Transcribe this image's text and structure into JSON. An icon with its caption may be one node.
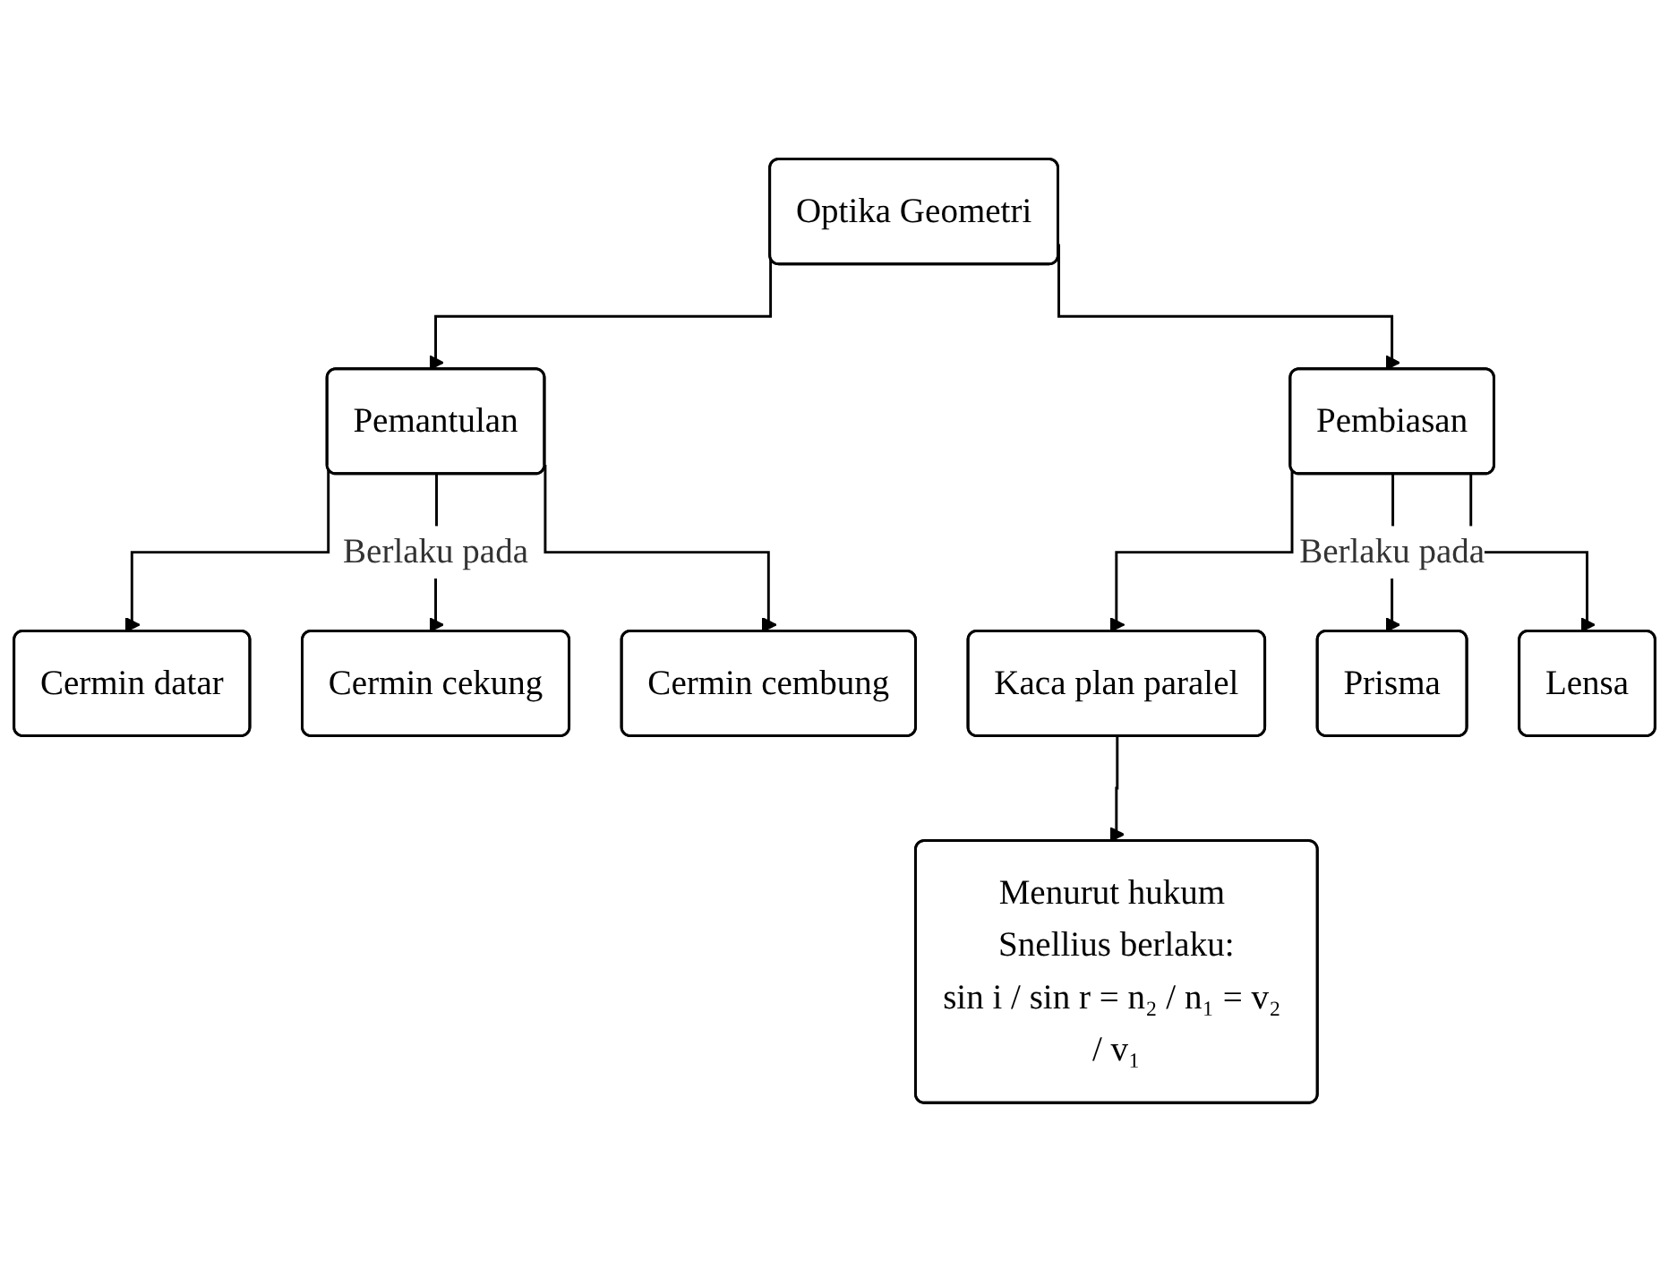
{
  "diagram": {
    "nodes": [
      {
        "text": [
          "Optika Geometri"
        ]
      },
      {
        "text": [
          "Pemantulan"
        ]
      },
      {
        "text": [
          "Pembiasan"
        ]
      },
      {
        "text": [
          "Cermin datar"
        ]
      },
      {
        "text": [
          "Cermin cekung"
        ]
      },
      {
        "text": [
          "Cermin cembung"
        ]
      },
      {
        "text": [
          "Kaca plan paralel"
        ]
      },
      {
        "text": [
          "Prisma"
        ]
      },
      {
        "text": [
          "Lensa"
        ]
      },
      {
        "text": [
          "Menurut hukum Snellius berlaku:",
          "sin i / sin r = n₂ / n₁ = v₂ / v₁"
        ]
      }
    ],
    "edges": [
      {
        "from": 0,
        "to": 1,
        "arrow": "to"
      },
      {
        "from": 0,
        "to": 2,
        "arrow": "to"
      },
      {
        "from": 1,
        "to": 3,
        "arrow": "to"
      },
      {
        "from": 1,
        "to": 4,
        "arrow": "to",
        "label": "Berlaku pada"
      },
      {
        "from": 1,
        "to": 5,
        "arrow": "to"
      },
      {
        "from": 2,
        "to": 6,
        "arrow": "to"
      },
      {
        "from": 2,
        "to": 7,
        "arrow": "to",
        "label": "Berlaku pada"
      },
      {
        "from": 2,
        "to": 8,
        "arrow": "to"
      },
      {
        "from": 6,
        "to": 9,
        "arrow": "to"
      }
    ]
  }
}
